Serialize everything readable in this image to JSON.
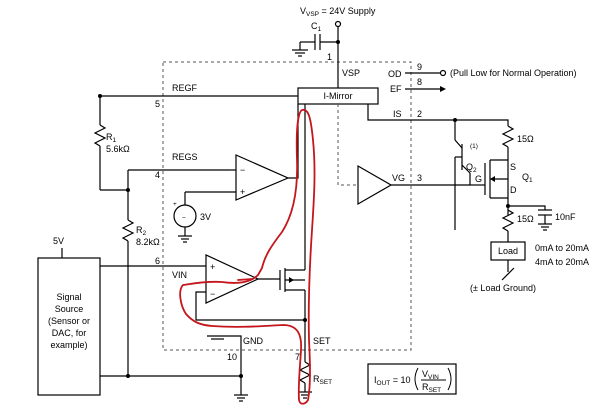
{
  "supply": {
    "name": "V",
    "sub": "VSP",
    "value": " = 24V Supply"
  },
  "c1": {
    "name": "C",
    "sub": "1"
  },
  "pins": {
    "vsp_num": "1",
    "vsp": "VSP",
    "od": "OD",
    "od_num": "9",
    "od_note": "(Pull Low for Normal Operation)",
    "ef": "EF",
    "ef_num": "8",
    "is": "IS",
    "is_num": "2",
    "vg": "VG",
    "vg_num": "3",
    "regf": "REGF",
    "regf_num": "5",
    "regs": "REGS",
    "regs_num": "4",
    "vin": "VIN",
    "vin_num": "6",
    "gnd": "GND",
    "gnd_num": "10",
    "set": "SET",
    "set_num": "7"
  },
  "imirror": "I-Mirror",
  "r1": {
    "name": "R",
    "sub": "1",
    "value": "5.6kΩ"
  },
  "r2": {
    "name": "R",
    "sub": "2",
    "value": "8.2kΩ"
  },
  "ref": {
    "value": "3V",
    "plus": "+",
    "minus": "−"
  },
  "opamp_top": {
    "minus": "−",
    "plus": "+"
  },
  "opamp_vin": {
    "plus": "+",
    "minus": "−"
  },
  "five_v": "5V",
  "source": {
    "lines": [
      "Signal",
      "Source",
      "(Sensor or",
      "DAC, for",
      "example)"
    ]
  },
  "q2": {
    "note": "(1)",
    "name": "Q",
    "sub": "2"
  },
  "q1": {
    "s": "S",
    "g": "G",
    "d": "D",
    "name": "Q",
    "sub": "1"
  },
  "r15_top": "15Ω",
  "r15_bot": "15Ω",
  "cap10n": "10nF",
  "load": {
    "label": "Load",
    "range1": "0mA to 20mA",
    "range2": "4mA to 20mA",
    "ground": "(± Load Ground)"
  },
  "rset": {
    "name": "R",
    "sub": "SET"
  },
  "formula": {
    "lhs": "I",
    "lhs_sub": "OUT",
    "eq": " = 10",
    "num": "V",
    "num_sub": "VIN",
    "den": "R",
    "den_sub": "SET"
  },
  "annotation_color": "#c4161c"
}
